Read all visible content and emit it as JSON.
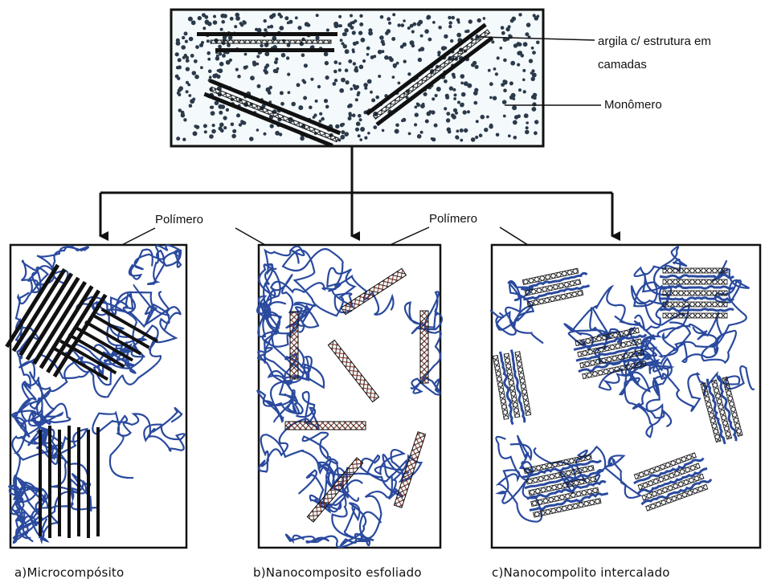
{
  "labels": {
    "clay_layered": "argila c/ estrutura em",
    "clay_layered_2": "camadas",
    "monomer": "Monômero",
    "polymer_left": "Polímero",
    "polymer_right": "Polímero"
  },
  "captions": {
    "a": "a)Microcompósito",
    "b": "b)Nanocomposito esfoliado",
    "c": "c)Nanocompolito intercalado"
  },
  "colors": {
    "outline": "#111111",
    "polymer": "#2a4a9e",
    "clay_black": "#111111",
    "clay_red": "#8b2a1a",
    "monomer_dot": "#2b3a4a",
    "panel_bg": "#f4f9fb"
  }
}
